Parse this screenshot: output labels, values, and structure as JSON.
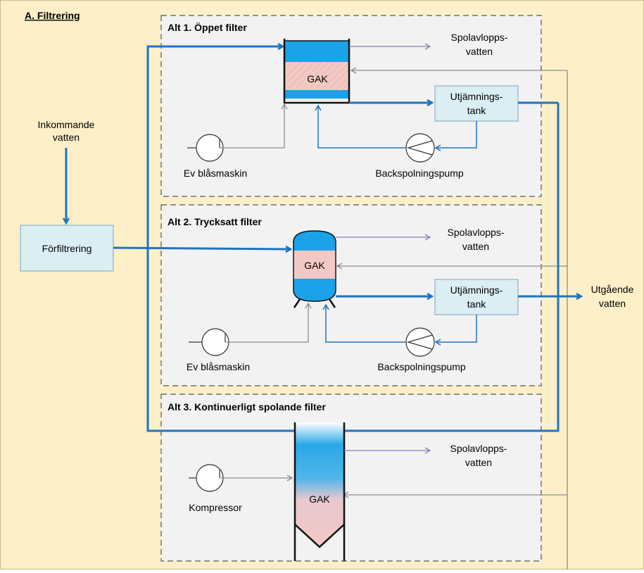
{
  "panel_title": "A. Filtrering",
  "inlet_label": [
    "Inkommande",
    "vatten"
  ],
  "prefilter_label": "Förfiltrering",
  "outlet_label": [
    "Utgående",
    "vatten"
  ],
  "alt1": {
    "title": "Alt 1. Öppet filter",
    "filter_label": "GAK",
    "backwash_water": [
      "Spolavlopps-",
      "vatten"
    ],
    "tank_label": [
      "Utjämnings-",
      "tank"
    ],
    "blower_label": "Ev blåsmaskin",
    "pump_label": "Backspolningspump"
  },
  "alt2": {
    "title": "Alt 2. Trycksatt filter",
    "filter_label": "GAK",
    "backwash_water": [
      "Spolavlopps-",
      "vatten"
    ],
    "tank_label": [
      "Utjämnings-",
      "tank"
    ],
    "blower_label": "Ev blåsmaskin",
    "pump_label": "Backspolningspump"
  },
  "alt3": {
    "title": "Alt 3. Kontinuerligt spolande filter",
    "filter_label": "GAK",
    "backwash_water": [
      "Spolavlopps-",
      "vatten"
    ],
    "compressor_label": "Kompressor"
  },
  "colors": {
    "panel_bg": "#fdf0c8",
    "section_bg": "#f2f2f2",
    "main_flow": "#1f74c2",
    "water_blue": "#1aa3e8",
    "gak_fill": "#f2c9c4",
    "tank_fill": "#daeef3",
    "gray_line": "#8c8c8c",
    "purple_line": "#8a7fb5"
  }
}
